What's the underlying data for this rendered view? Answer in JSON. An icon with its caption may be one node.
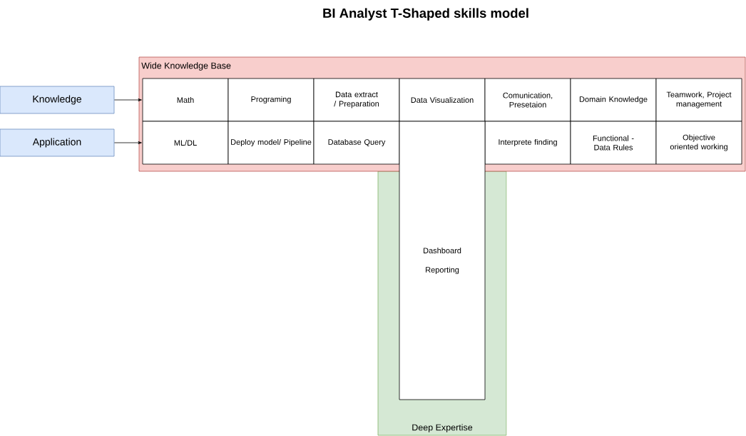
{
  "diagram": {
    "title": "BI Analyst T-Shaped skills model",
    "nodes": [
      {
        "text": [
          "Knowledge"
        ]
      },
      {
        "text": [
          "Application"
        ]
      },
      {
        "text": [
          "Wide Knowledge Base"
        ]
      },
      {
        "text": [
          "Math"
        ],
        "in": 2
      },
      {
        "text": [
          "Programing"
        ],
        "in": 2
      },
      {
        "text": [
          "Data extract / Preparation"
        ],
        "in": 2
      },
      {
        "text": [
          "Data Visualization"
        ],
        "in": 2
      },
      {
        "text": [
          "Comunication, Presetaion"
        ],
        "in": 2
      },
      {
        "text": [
          "Domain Knowledge"
        ],
        "in": 2
      },
      {
        "text": [
          "Teamwork, Project management"
        ],
        "in": 2
      },
      {
        "text": [
          "ML/DL"
        ],
        "in": 2
      },
      {
        "text": [
          "Deploy model/ Pipeline"
        ],
        "in": 2
      },
      {
        "text": [
          "Database Query"
        ],
        "in": 2
      },
      {
        "text": [
          "Dashboard",
          "Reporting"
        ]
      },
      {
        "text": [
          "Interprete finding"
        ],
        "in": 2
      },
      {
        "text": [
          "Functional - Data Rules"
        ],
        "in": 2
      },
      {
        "text": [
          "Objective oriented working"
        ],
        "in": 2
      },
      {
        "text": [
          "Deep Expertise"
        ]
      }
    ],
    "edges": [
      {
        "from": 0,
        "to": 3,
        "arrow": "to"
      },
      {
        "from": 1,
        "to": 10,
        "arrow": "to"
      }
    ]
  }
}
